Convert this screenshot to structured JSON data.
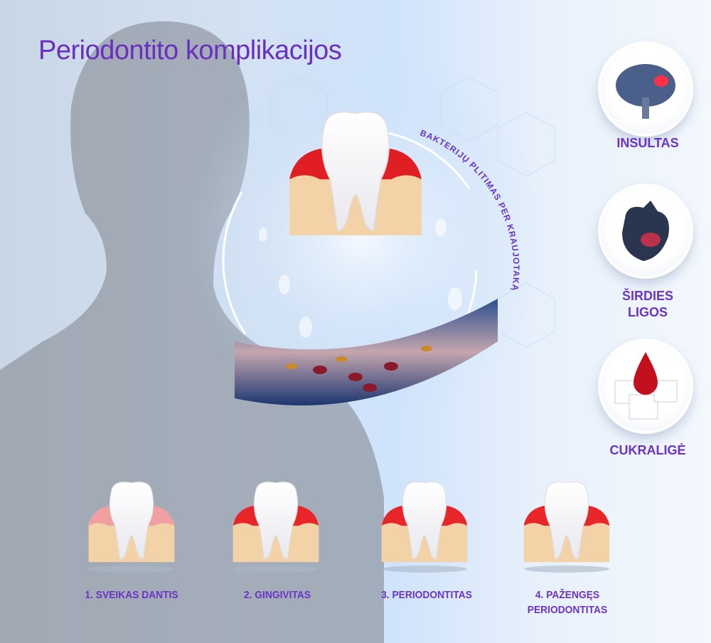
{
  "title": "Periodontito komplikacijos",
  "arc_text": "BAKTERIJŲ PLITIMAS PER KRAUJOTAKĄ",
  "complications": [
    {
      "label": "INSULTAS",
      "icon": "brain-icon"
    },
    {
      "label": "ŠIRDIES",
      "label2": "LIGOS",
      "icon": "heart-icon"
    },
    {
      "label": "CUKRALIGĖ",
      "icon": "blood-drop-sugar-icon"
    }
  ],
  "stages": [
    {
      "label": "1. SVEIKAS DANTIS",
      "gum": "#f0a0a0"
    },
    {
      "label": "2. GINGIVITAS",
      "gum": "#e8262a"
    },
    {
      "label": "3. PERIODONTITAS",
      "gum": "#e8262a"
    },
    {
      "label": "4. PAŽENGĘS",
      "label2": "PERIODONTITAS",
      "gum": "#e8262a"
    }
  ],
  "colors": {
    "accent": "#6a34c4",
    "gum_inflamed": "#e8262a",
    "bone": "#f2d2a6"
  }
}
